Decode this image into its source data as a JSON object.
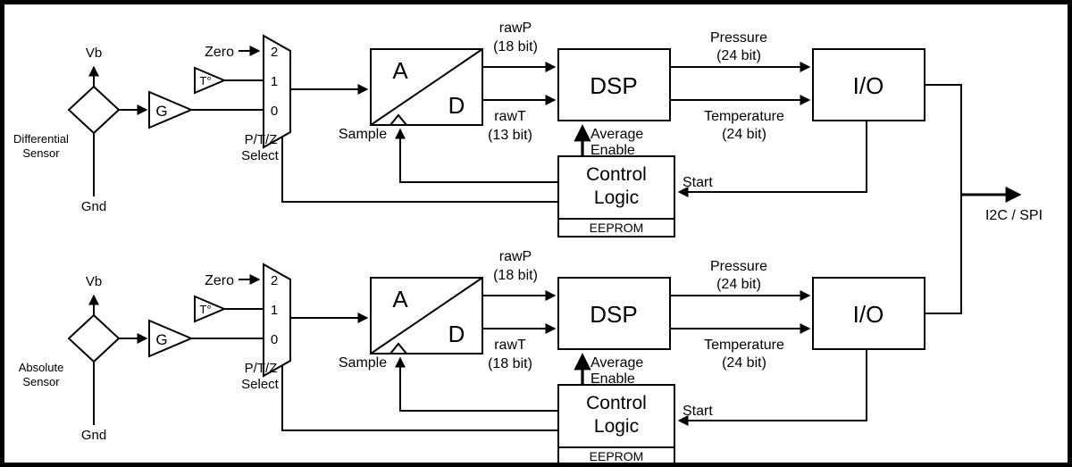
{
  "diagram": {
    "type": "block-diagram",
    "background": "#ffffff",
    "ink": "#000000",
    "bus": {
      "label": "I2C / SPI"
    },
    "chains": [
      {
        "sensor_line1": "Differential",
        "sensor_line2": "Sensor",
        "supply": "Vb",
        "ground": "Gnd",
        "gain": "G",
        "zero": "Zero",
        "temp": "T°",
        "mux_in_2": "2",
        "mux_in_1": "1",
        "mux_in_0": "0",
        "select_line1": "P/T/Z",
        "select_line2": "Select",
        "adc_a": "A",
        "adc_d": "D",
        "sample": "Sample",
        "rawp": "rawP",
        "rawp_bits": "(18 bit)",
        "rawt": "rawT",
        "rawt_bits": "(13 bit)",
        "dsp": "DSP",
        "avg_line1": "Average",
        "avg_line2": "Enable",
        "pressure": "Pressure",
        "pressure_bits": "(24 bit)",
        "temperature": "Temperature",
        "temperature_bits": "(24 bit)",
        "io": "I/O",
        "ctrl_line1": "Control",
        "ctrl_line2": "Logic",
        "eeprom": "EEPROM",
        "start": "Start"
      },
      {
        "sensor_line1": "Absolute",
        "sensor_line2": "Sensor",
        "supply": "Vb",
        "ground": "Gnd",
        "gain": "G",
        "zero": "Zero",
        "temp": "T°",
        "mux_in_2": "2",
        "mux_in_1": "1",
        "mux_in_0": "0",
        "select_line1": "P/T/Z",
        "select_line2": "Select",
        "adc_a": "A",
        "adc_d": "D",
        "sample": "Sample",
        "rawp": "rawP",
        "rawp_bits": "(18 bit)",
        "rawt": "rawT",
        "rawt_bits": "(18 bit)",
        "dsp": "DSP",
        "avg_line1": "Average",
        "avg_line2": "Enable",
        "pressure": "Pressure",
        "pressure_bits": "(24 bit)",
        "temperature": "Temperature",
        "temperature_bits": "(24 bit)",
        "io": "I/O",
        "ctrl_line1": "Control",
        "ctrl_line2": "Logic",
        "eeprom": "EEPROM",
        "start": "Start"
      }
    ]
  }
}
